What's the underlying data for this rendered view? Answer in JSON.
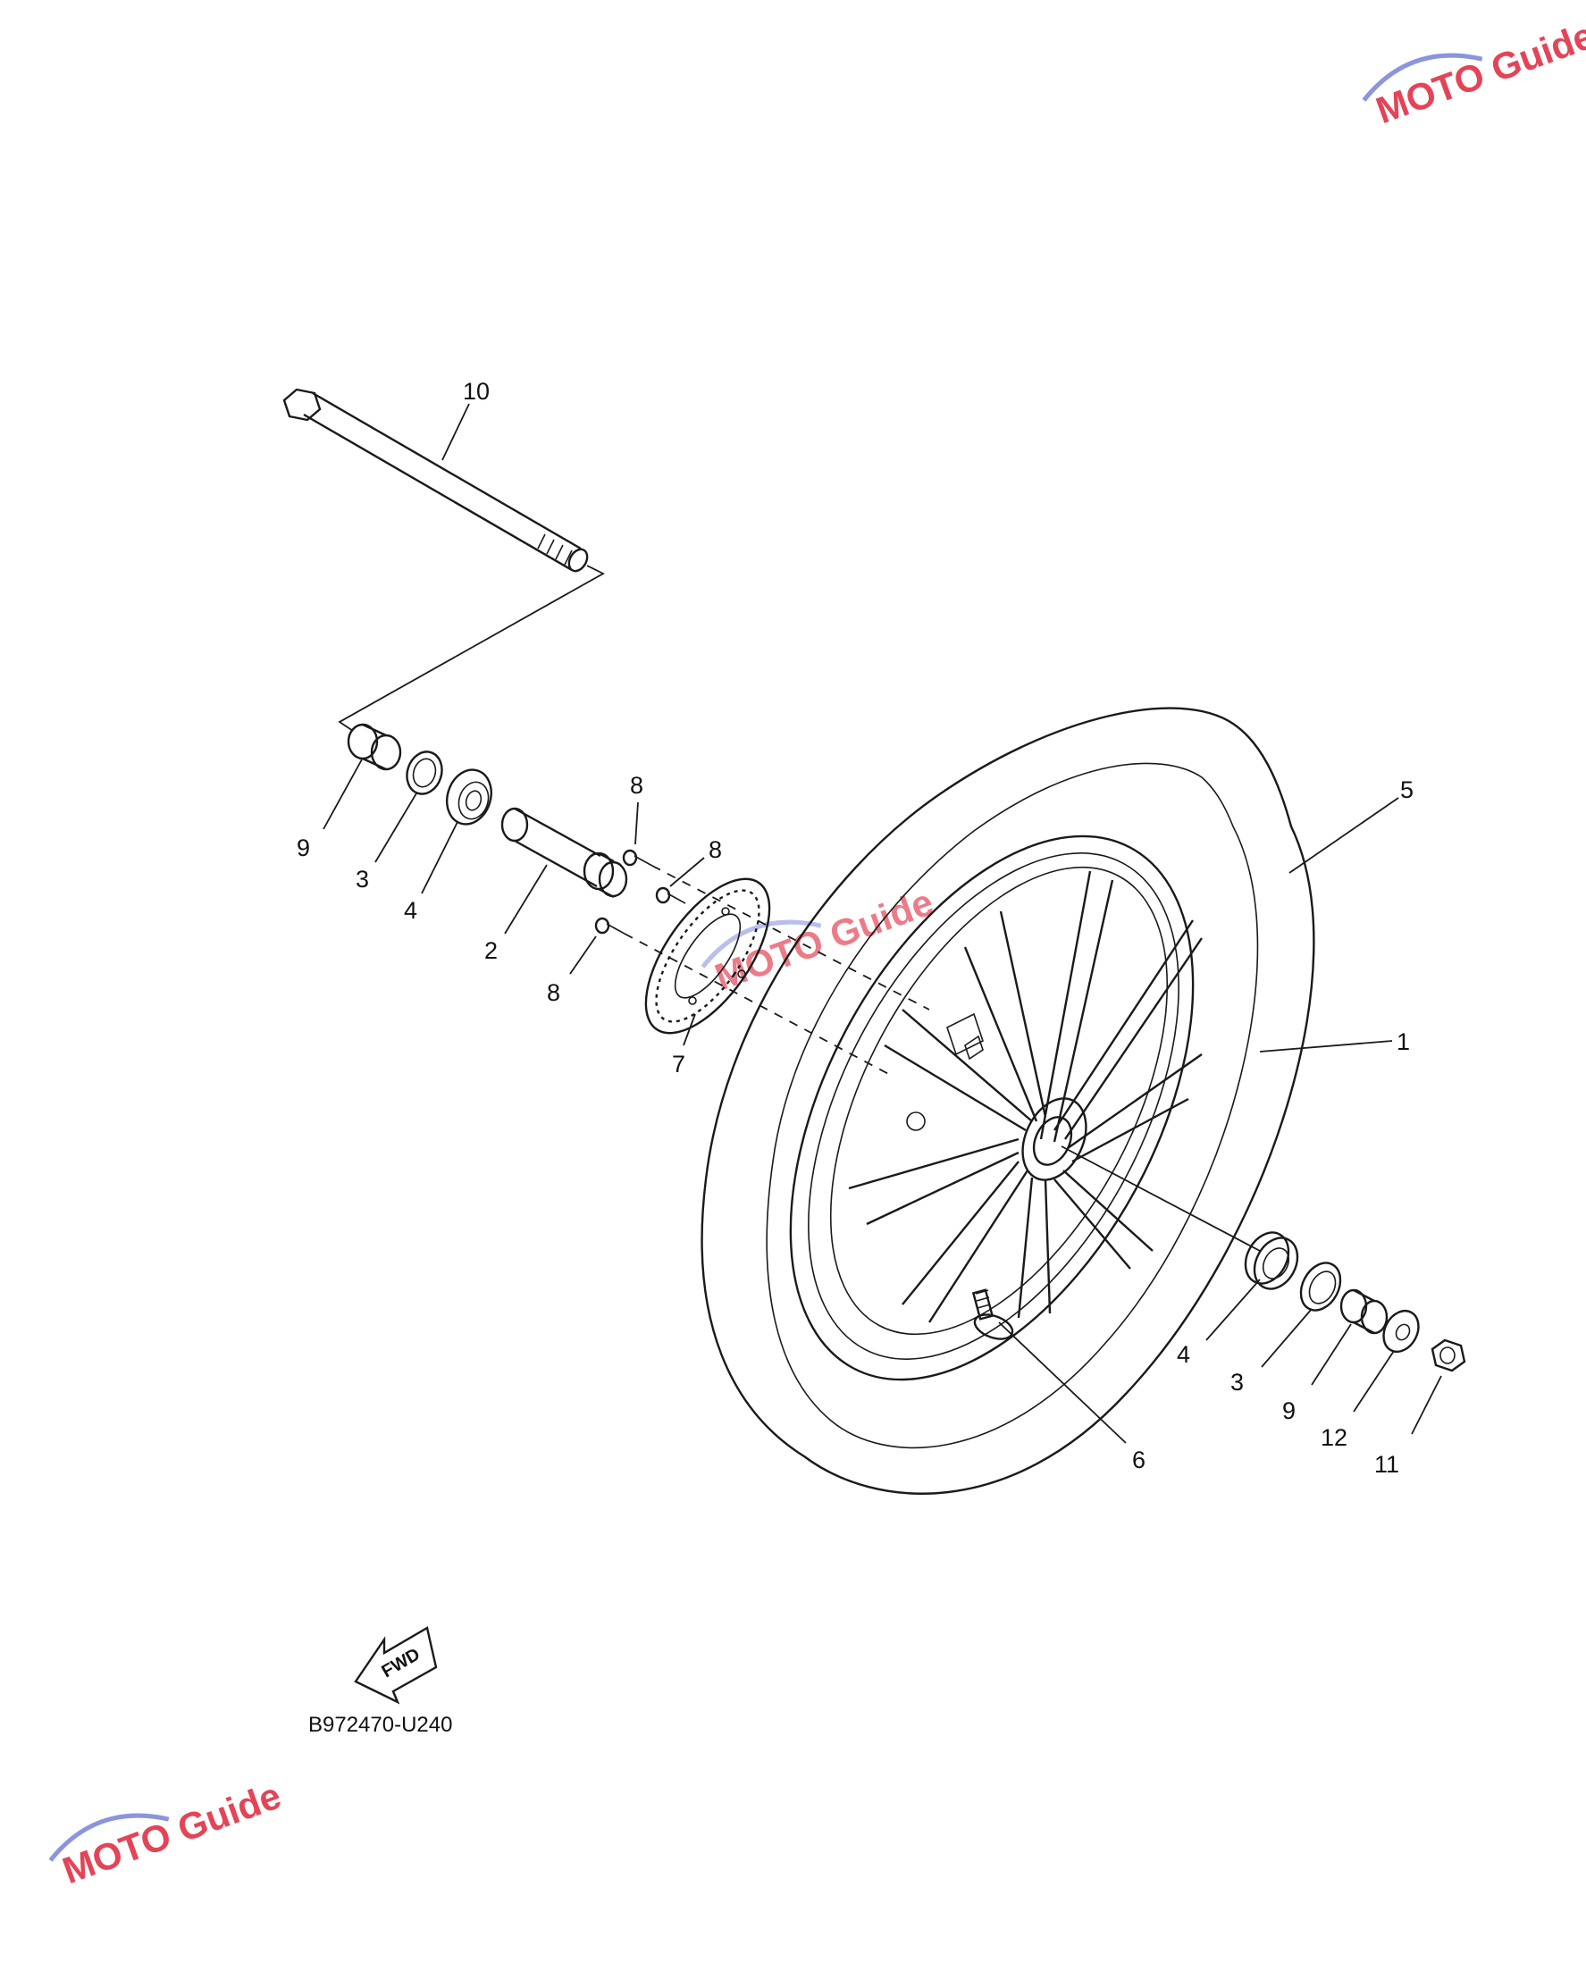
{
  "diagram": {
    "type": "exploded-parts-diagram",
    "callouts": [
      "1",
      "2",
      "3",
      "3",
      "4",
      "4",
      "5",
      "6",
      "7",
      "8",
      "8",
      "8",
      "9",
      "9",
      "10",
      "11",
      "12"
    ],
    "direction_label": "FWD",
    "diagram_code": "B972470-U240",
    "watermark_text": "MOTO Guide",
    "colors": {
      "line": "#1a1a1a",
      "watermark_blue": "#4a5bc4",
      "watermark_red": "#e0243a"
    }
  }
}
